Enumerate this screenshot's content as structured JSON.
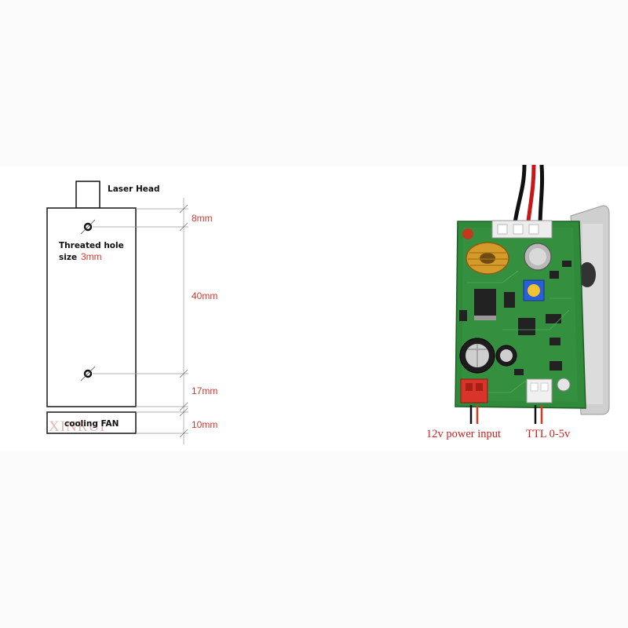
{
  "diagram": {
    "laser_head_label": "Laser Head",
    "hole_label_line1": "Threated hole",
    "hole_label_line2": "size",
    "hole_size": "3mm",
    "dim_top": "8mm",
    "dim_middle": "40mm",
    "dim_bottom": "17mm",
    "dim_fan": "10mm",
    "fan_label": "cooling FAN",
    "watermark": "XINRUI"
  },
  "board": {
    "power_label": "12v power input",
    "ttl_label": "TTL 0-5v"
  },
  "colors": {
    "dimension_red": "#d23a2f",
    "pcb_green": "#2f8a3a",
    "heatsink": "#c9c9c9",
    "watermark": "#e8b0b0"
  }
}
